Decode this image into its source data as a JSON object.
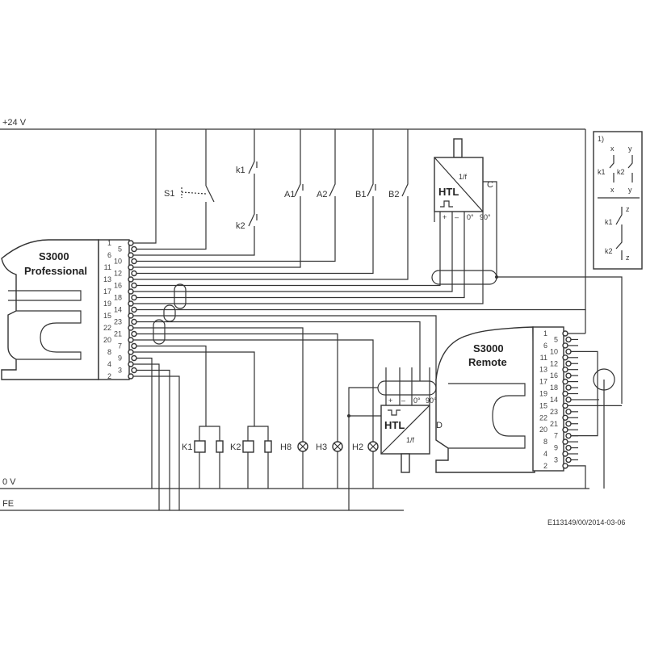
{
  "rails": {
    "plus24": "+24 V",
    "zero": "0 V",
    "fe": "FE"
  },
  "scanner_left": {
    "line1": "S3000",
    "line2": "Professional",
    "pins": [
      "1",
      "5",
      "6",
      "10",
      "11",
      "12",
      "13",
      "16",
      "17",
      "18",
      "19",
      "14",
      "15",
      "23",
      "22",
      "21",
      "20",
      "7",
      "8",
      "9",
      "4",
      "3",
      "2"
    ]
  },
  "scanner_right": {
    "line1": "S3000",
    "line2": "Remote",
    "pins": [
      "1",
      "5",
      "6",
      "10",
      "11",
      "12",
      "13",
      "16",
      "17",
      "18",
      "19",
      "14",
      "15",
      "23",
      "22",
      "21",
      "20",
      "7",
      "8",
      "9",
      "4",
      "3",
      "2"
    ]
  },
  "switches": {
    "s1": "S1",
    "k1": "k1",
    "k2": "k2",
    "a1": "A1",
    "a2": "A2",
    "b1": "B1",
    "b2": "B2"
  },
  "encoder_c": {
    "label": "C",
    "freq": "1/f",
    "htl": "HTL",
    "plus": "+",
    "minus": "–",
    "deg0": "0°",
    "deg90": "90°"
  },
  "encoder_d": {
    "label": "D",
    "freq": "1/f",
    "htl": "HTL",
    "plus": "+",
    "minus": "–",
    "deg0": "0°",
    "deg90": "90°"
  },
  "loads": {
    "k1": "K1",
    "k2": "K2",
    "h8": "H8",
    "h3": "H3",
    "h2": "H2"
  },
  "legend": {
    "note": "1)",
    "x": "x",
    "y": "y",
    "z": "z",
    "k1": "k1",
    "k2": "k2"
  },
  "footer": {
    "doc_id": "E113149/00/2014-03-06"
  }
}
